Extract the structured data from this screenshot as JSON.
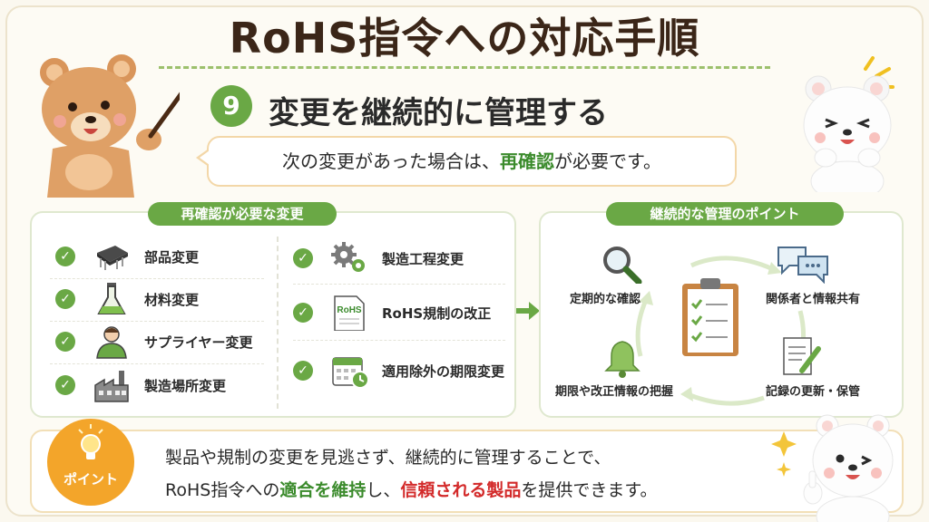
{
  "title": "RoHS指令への対応手順",
  "step": {
    "number": "9",
    "title": "変更を継続的に管理する"
  },
  "bubble": {
    "prefix": "次の変更があった場合は、",
    "highlight": "再確認",
    "suffix": "が必要です。"
  },
  "left_panel": {
    "tag": "再確認が必要な変更",
    "items": [
      {
        "label": "部品変更",
        "icon": "chip-icon"
      },
      {
        "label": "材料変更",
        "icon": "flask-icon"
      },
      {
        "label": "サプライヤー変更",
        "icon": "person-icon"
      },
      {
        "label": "製造場所変更",
        "icon": "factory-icon"
      },
      {
        "label": "製造工程変更",
        "icon": "gears-icon"
      },
      {
        "label": "RoHS規制の改正",
        "icon": "rohs-document-icon",
        "doc_text": "RoHS"
      },
      {
        "label": "適用除外の期限変更",
        "icon": "calendar-clock-icon"
      }
    ]
  },
  "right_panel": {
    "tag": "継続的な管理のポイント",
    "cycle": [
      {
        "label": "定期的な確認",
        "icon": "magnifier-icon"
      },
      {
        "label": "関係者と情報共有",
        "icon": "chat-bubbles-icon"
      },
      {
        "label": "記録の更新・保管",
        "icon": "document-pen-icon"
      },
      {
        "label": "期限や改正情報の把握",
        "icon": "bell-icon"
      }
    ],
    "center_icon": "clipboard-checklist-icon"
  },
  "bottom": {
    "badge": "ポイント",
    "line1": "製品や規制の変更を見逃さず、継続的に管理することで、",
    "line2_a": "RoHS指令への",
    "line2_b": "適合を維持",
    "line2_c": "し、",
    "line2_d": "信頼される製品",
    "line2_e": "を提供できます。"
  },
  "colors": {
    "accent_green": "#6aa845",
    "highlight_green": "#3b8b2c",
    "highlight_red": "#d32a2a",
    "badge_orange": "#f3a52a",
    "title_brown": "#3b2618"
  }
}
